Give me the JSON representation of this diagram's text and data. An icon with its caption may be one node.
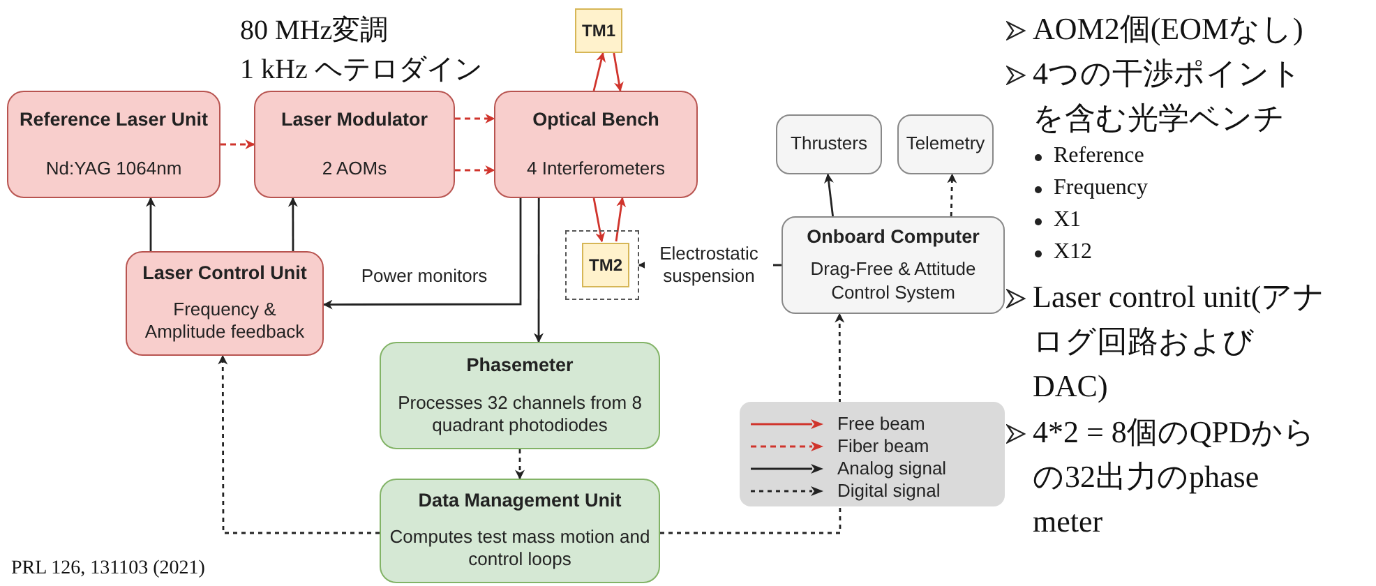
{
  "diagram": {
    "nodes": [
      {
        "text": [
          "Reference Laser Unit",
          "Nd:YAG 1064nm"
        ]
      },
      {
        "text": [
          "Laser Modulator",
          "2 AOMs"
        ]
      },
      {
        "text": [
          "Optical Bench",
          "4 Interferometers"
        ]
      },
      {
        "text": [
          "TM1"
        ]
      },
      {
        "text": [],
        "shape": "box"
      },
      {
        "text": [
          "TM2"
        ],
        "in": 4
      },
      {
        "text": [
          "Laser Control Unit",
          "Frequency & Amplitude feedback"
        ]
      },
      {
        "text": [
          "Thrusters"
        ]
      },
      {
        "text": [
          "Telemetry"
        ]
      },
      {
        "text": [
          "Onboard Computer",
          "Drag-Free & Attitude Control System"
        ]
      },
      {
        "text": [
          "Phasemeter",
          "Processes 32 channels from 8 quadrant photodiodes"
        ]
      },
      {
        "text": [
          "Data Management Unit",
          "Computes test mass motion and control loops"
        ]
      }
    ],
    "edges": [
      {
        "from": 0,
        "to": 1,
        "arrow": "to",
        "style": "dashed",
        "color": "#d0342c"
      },
      {
        "from": 1,
        "to": 2,
        "arrow": "to",
        "style": "dashed",
        "color": "#d0342c"
      },
      {
        "from": 1,
        "to": 2,
        "arrow": "to",
        "style": "dashed",
        "color": "#d0342c"
      },
      {
        "from": 2,
        "to": 3,
        "arrow": "to",
        "color": "#d0342c"
      },
      {
        "from": 3,
        "to": 2,
        "arrow": "to",
        "color": "#d0342c"
      },
      {
        "from": 2,
        "to": 5,
        "arrow": "to",
        "color": "#d0342c"
      },
      {
        "from": 5,
        "to": 2,
        "arrow": "to",
        "color": "#d0342c"
      },
      {
        "from": 6,
        "to": 0,
        "arrow": "to"
      },
      {
        "from": 6,
        "to": 1,
        "arrow": "to"
      },
      {
        "from": 2,
        "to": 6,
        "arrow": "to",
        "label": "Power monitors"
      },
      {
        "from": 2,
        "to": 10,
        "arrow": "to"
      },
      {
        "from": 10,
        "to": 11,
        "arrow": "to",
        "style": "dashed"
      },
      {
        "from": 11,
        "to": 6,
        "arrow": "to",
        "style": "dashed"
      },
      {
        "from": 11,
        "to": 9,
        "arrow": "to",
        "style": "dashed"
      },
      {
        "from": 9,
        "to": 7,
        "arrow": "to"
      },
      {
        "from": 9,
        "to": 8,
        "arrow": "to",
        "style": "dashed"
      },
      {
        "from": 9,
        "to": 4,
        "arrow": "to",
        "label": "Electrostatic suspension"
      }
    ],
    "labels": [
      "80 MHz変調",
      "1 kHz ヘテロダイン",
      "AOM2個(EOMなし)",
      "4つの干渉ポイントを含む光学ベンチ",
      "Reference",
      "Frequency",
      "X1",
      "X12",
      "Laser control unit(アナログ回路およびDAC)",
      "4*2 = 8個のQPDからの32出力のphase meter",
      "PRL 126, 131103 (2021)"
    ],
    "legend": [
      {
        "text": "Free beam"
      },
      {
        "text": "Fiber beam"
      },
      {
        "text": "Analog signal"
      },
      {
        "text": "Digital signal"
      }
    ]
  }
}
